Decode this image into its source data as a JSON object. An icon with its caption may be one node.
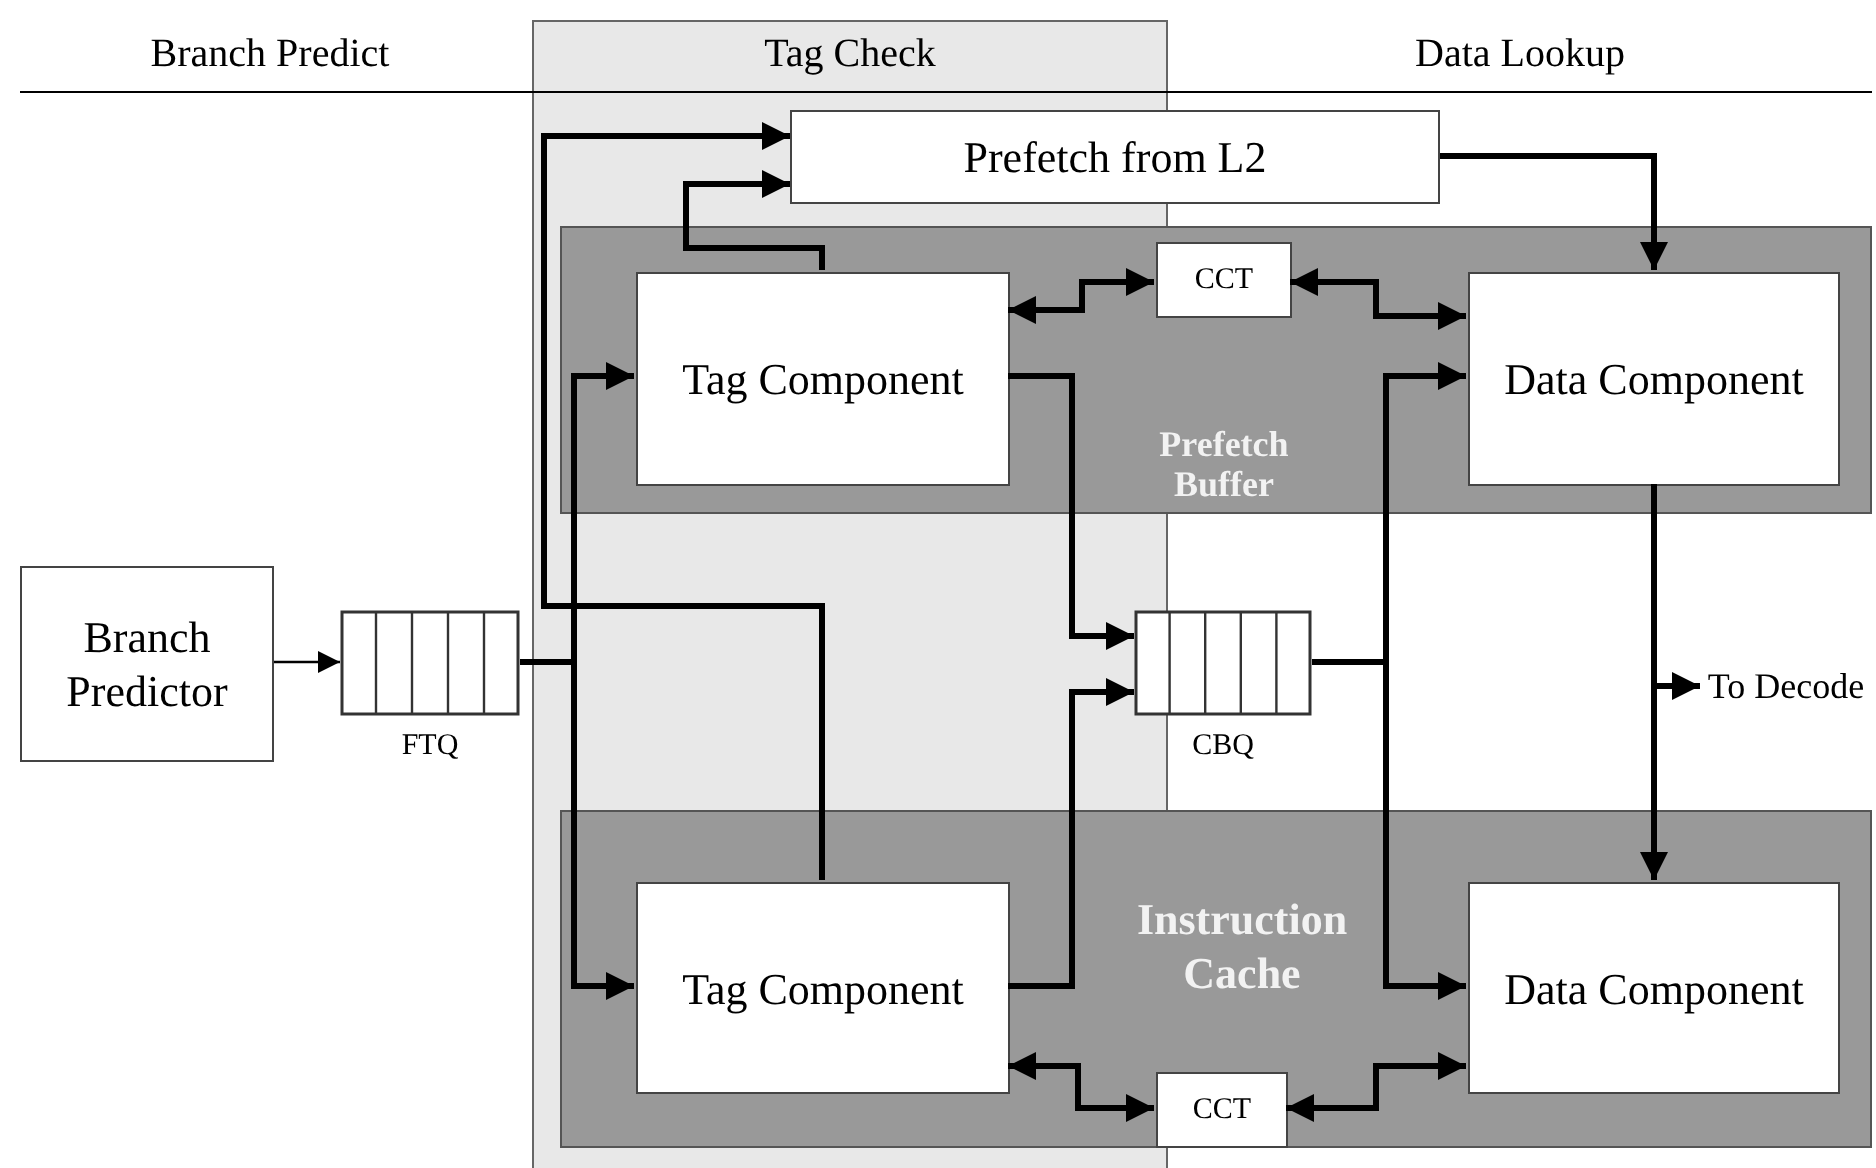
{
  "diagram": {
    "nodes": [
      {
        "text": [
          "Branch Predictor"
        ]
      },
      {
        "text": [
          "FTQ"
        ]
      },
      {
        "text": [
          "Prefetch from L2"
        ]
      },
      {
        "text": [
          "Prefetch Buffer"
        ]
      },
      {
        "text": [
          "Tag Component"
        ],
        "in": 3
      },
      {
        "text": [
          "CCT"
        ],
        "in": 3
      },
      {
        "text": [
          "Data Component"
        ],
        "in": 3
      },
      {
        "text": [
          "CBQ"
        ]
      },
      {
        "text": [
          "To Decode"
        ]
      },
      {
        "text": [
          "Instruction Cache"
        ]
      },
      {
        "text": [
          "Tag Component"
        ],
        "in": 9
      },
      {
        "text": [
          "Data Component"
        ],
        "in": 9
      },
      {
        "text": [
          "CCT"
        ],
        "in": 9
      }
    ],
    "edges": [
      {
        "from": 0,
        "to": 1,
        "arrow": "to"
      },
      {
        "from": 1,
        "to": 4,
        "arrow": "to"
      },
      {
        "from": 1,
        "to": 10,
        "arrow": "to"
      },
      {
        "from": 10,
        "to": 2,
        "arrow": "to"
      },
      {
        "from": 4,
        "to": 2,
        "arrow": "to"
      },
      {
        "from": 2,
        "to": 6,
        "arrow": "to"
      },
      {
        "from": 4,
        "to": 5,
        "arrow": "both"
      },
      {
        "from": 5,
        "to": 6,
        "arrow": "both"
      },
      {
        "from": 4,
        "to": 7,
        "arrow": "to"
      },
      {
        "from": 10,
        "to": 7,
        "arrow": "to"
      },
      {
        "from": 7,
        "to": 6,
        "arrow": "to"
      },
      {
        "from": 7,
        "to": 11,
        "arrow": "to"
      },
      {
        "from": 6,
        "to": 11,
        "arrow": "to"
      },
      {
        "from": 6,
        "to": 8,
        "arrow": "to"
      },
      {
        "from": 10,
        "to": 12,
        "arrow": "both"
      },
      {
        "from": 12,
        "to": 11,
        "arrow": "both"
      }
    ],
    "labels": [
      "Branch Predict",
      "Tag Check",
      "Data Lookup"
    ]
  }
}
